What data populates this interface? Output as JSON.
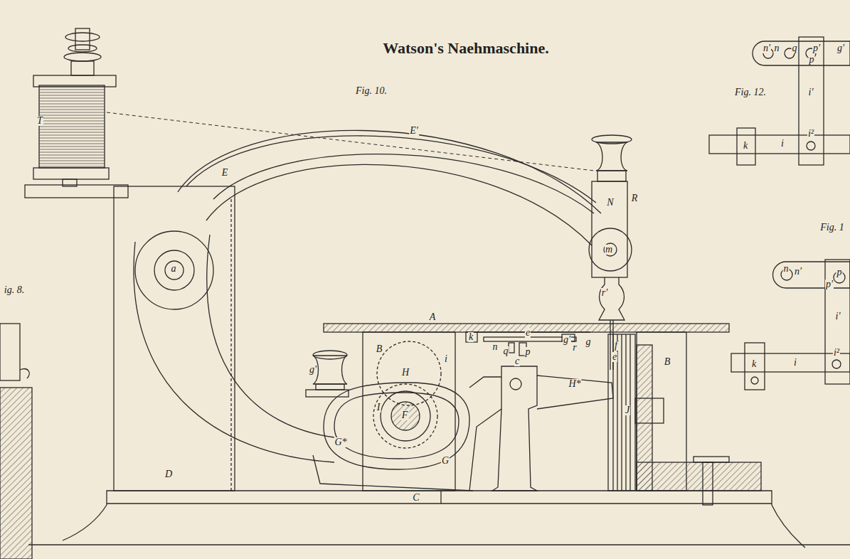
{
  "diagram": {
    "title": "Watson's Naehmaschine.",
    "labels": [
      "Fig. 10.",
      "Fig. 12.",
      "Fig. 1",
      "ig. 8.",
      "T",
      "E'",
      "E",
      "a",
      "R",
      "N",
      "m",
      "r'",
      "A",
      "B",
      "B",
      "k",
      "n",
      "q",
      "c",
      "p",
      "e",
      "g'",
      "r",
      "g",
      "f",
      "e",
      "i",
      "H",
      "H*",
      "I",
      "F",
      "G*",
      "G",
      "J",
      "D",
      "C",
      "g'",
      "n'",
      "n",
      "q",
      "p'",
      "p",
      "g'",
      "i'",
      "k",
      "i",
      "i²",
      "n",
      "n'",
      "p",
      "p'",
      "i'",
      "k",
      "i",
      "i²"
    ]
  }
}
